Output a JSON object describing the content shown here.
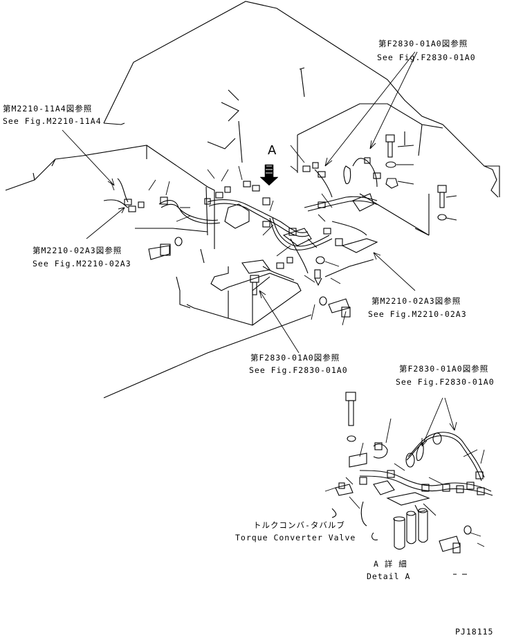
{
  "references": {
    "ref_f2830_top": {
      "jp": "第F2830-01A0図参照",
      "en": "See Fig.F2830-01A0"
    },
    "ref_m2210_11a4": {
      "jp": "第M2210-11A4図参照",
      "en": "See Fig.M2210-11A4"
    },
    "ref_m2210_02a3_left": {
      "jp": "第M2210-02A3図参照",
      "en": "See Fig.M2210-02A3"
    },
    "ref_m2210_02a3_right": {
      "jp": "第M2210-02A3図参照",
      "en": "See Fig.M2210-02A3"
    },
    "ref_f2830_center": {
      "jp": "第F2830-01A0図参照",
      "en": "See Fig.F2830-01A0"
    },
    "ref_f2830_detail": {
      "jp": "第F2830-01A0図参照",
      "en": "See Fig.F2830-01A0"
    }
  },
  "view_marker": "A",
  "torque_converter": {
    "jp": "トルクコンバ-タバルブ",
    "en": "Torque Converter Valve"
  },
  "detail": {
    "jp": "A 詳 細",
    "en": "Detail A"
  },
  "drawing_number": "PJ18115"
}
